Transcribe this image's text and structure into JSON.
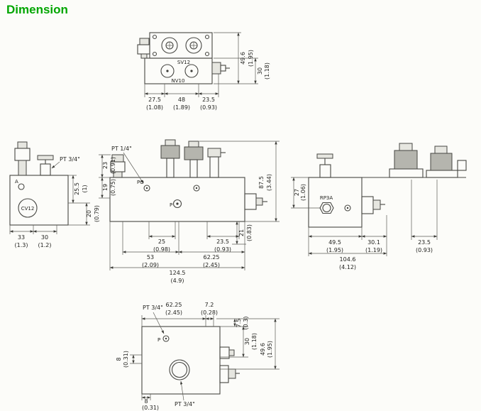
{
  "title": "Dimension",
  "colors": {
    "title": "#00a600",
    "line": "#474743",
    "text": "#232320"
  },
  "top_view": {
    "labels": {
      "valve1": "SV12",
      "valve2": "NV10"
    },
    "dims": [
      {
        "mm": "27.5",
        "in": "(1.08)"
      },
      {
        "mm": "48",
        "in": "(1.89)"
      },
      {
        "mm": "23.5",
        "in": "(0.93)"
      },
      {
        "mm": "49.6",
        "in": "(1.95)"
      },
      {
        "mm": "30",
        "in": "(1.18)"
      }
    ]
  },
  "left_view": {
    "labels": {
      "port": "PT 3/4\"",
      "a": "A",
      "cv": "CV12"
    },
    "dims": [
      {
        "mm": "33",
        "in": "(1.3)"
      },
      {
        "mm": "30",
        "in": "(1.2)"
      },
      {
        "mm": "25.5",
        "in": "(1)"
      },
      {
        "mm": "20",
        "in": "(0.79)"
      }
    ]
  },
  "front_view": {
    "labels": {
      "port": "PT 1/4\"",
      "po": "PO",
      "p": "P"
    },
    "dims": [
      {
        "mm": "23",
        "in": "(0.91)"
      },
      {
        "mm": "19",
        "in": "(0.75)"
      },
      {
        "mm": "25",
        "in": "(0.98)"
      },
      {
        "mm": "23.5",
        "in": "(0.93)"
      },
      {
        "mm": "53",
        "in": "(2.09)"
      },
      {
        "mm": "62.25",
        "in": "(2.45)"
      },
      {
        "mm": "124.5",
        "in": "(4.9)"
      },
      {
        "mm": "21",
        "in": "(0.83)"
      },
      {
        "mm": "87.5",
        "in": "(3.44)"
      }
    ]
  },
  "right_view": {
    "labels": {
      "port": "RP3A"
    },
    "dims": [
      {
        "mm": "27",
        "in": "(1.06)"
      },
      {
        "mm": "49.5",
        "in": "(1.95)"
      },
      {
        "mm": "30.1",
        "in": "(1.19)"
      },
      {
        "mm": "104.6",
        "in": "(4.12)"
      },
      {
        "mm": "23.5",
        "in": "(0.93)"
      }
    ]
  },
  "bottom_view": {
    "labels": {
      "port_top": "PT 3/4\"",
      "p": "P",
      "port_bottom": "PT 3/4\""
    },
    "dims": [
      {
        "mm": "62.25",
        "in": "(2.45)"
      },
      {
        "mm": "7.2",
        "in": "(0.28)"
      },
      {
        "mm": "7.5",
        "in": "(0.3)"
      },
      {
        "mm": "30",
        "in": "(1.18)"
      },
      {
        "mm": "49.6",
        "in": "(1.95)"
      },
      {
        "mm": "8",
        "in": "(0.31)"
      },
      {
        "mm": "8",
        "in": "(0.31)"
      }
    ]
  }
}
